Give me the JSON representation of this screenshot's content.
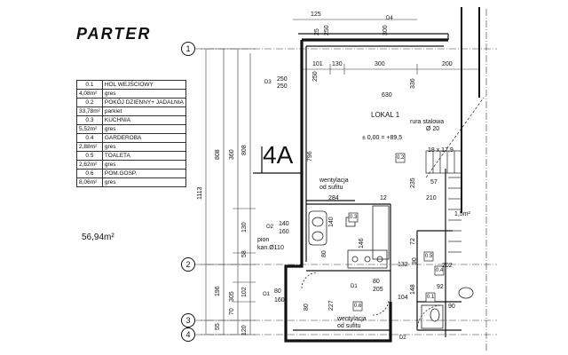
{
  "header": {
    "title": "PARTER"
  },
  "rooms": [
    {
      "num": "0.1",
      "name": "HOL WEJŚCIOWY",
      "area": "4,08m²",
      "finish": "gres"
    },
    {
      "num": "0.2",
      "name": "POKÓJ DZIENNY+ JADALNIA",
      "area": "33,78m²",
      "finish": "parkiet"
    },
    {
      "num": "0.3",
      "name": "KUCHNIA",
      "area": "5,52m²",
      "finish": "gres"
    },
    {
      "num": "0.4",
      "name": "GARDEROBA",
      "area": "2,88m²",
      "finish": "gres"
    },
    {
      "num": "0.5",
      "name": "TOALETA",
      "area": "2,62m²",
      "finish": "gres"
    },
    {
      "num": "0.6",
      "name": "POM.GOSP.",
      "area": "8,06m²",
      "finish": "gres"
    }
  ],
  "total_area": "56,94m²",
  "unit_label": "4A",
  "plan": {
    "axes": [
      "1",
      "2",
      "3",
      "4"
    ],
    "labels": {
      "lokal": "LOKAL 1",
      "rura": "rura stalowa",
      "rura_dim": "Ø 20",
      "level": "± 0,00 = +89,5",
      "went1a": "wentylacja",
      "went1b": "od sufitu",
      "went2a": "wentylacja",
      "went2b": "od sufitu",
      "pion1": "pion",
      "pion2": "kan.Ø110",
      "stair": "18 x 17,9",
      "area15": "1,5m²",
      "d3": "D3",
      "d4": "D4",
      "o2": "O2",
      "o1": "O1",
      "d1": "D1",
      "d2": "D2",
      "t03": "0.3",
      "t02": "0.2",
      "t05": "0.5",
      "t06": "0.6",
      "t04": "0.4",
      "t01": "0.1"
    },
    "dims_top": {
      "d125": "125",
      "d25": "25",
      "d250": "250",
      "d300": "300",
      "d101": "101",
      "d130": "130",
      "d300b": "300",
      "d200": "200"
    },
    "dims_inner": {
      "d250a": "250",
      "d250b": "250",
      "d250c": "250",
      "d630": "630",
      "d336": "336",
      "d796": "796",
      "d284": "284",
      "d12": "12",
      "d235": "235",
      "d210": "210",
      "d57": "57",
      "d140a": "140",
      "d160a": "160",
      "d140b": "140",
      "d72": "72",
      "d146": "146",
      "d80a": "80",
      "d132": "132",
      "d90": "90",
      "d80b": "80",
      "d205": "205",
      "d148": "148",
      "d202": "202",
      "d92": "92",
      "d80c": "80",
      "d160b": "160",
      "d227": "227",
      "d104": "104",
      "d90b": "90",
      "d80d": "80"
    },
    "dims_left": {
      "d1113": "1113",
      "d808a": "808",
      "d360": "360",
      "d808b": "808",
      "d130": "130",
      "d58": "58",
      "d196": "196",
      "d102": "102",
      "d70": "70",
      "d305": "305",
      "d55": "55",
      "d120": "120"
    }
  }
}
